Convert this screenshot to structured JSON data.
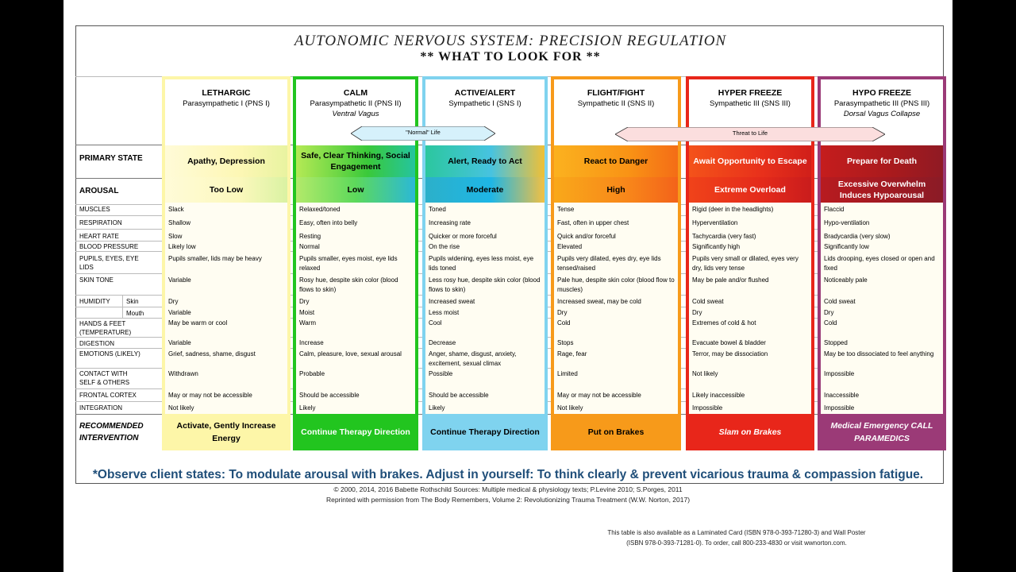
{
  "header": {
    "title": "AUTONOMIC NERVOUS SYSTEM: PRECISION REGULATION",
    "subtitle": "** WHAT TO LOOK FOR **"
  },
  "arrows": {
    "normal_life": "\"Normal\" Life",
    "threat_to_life": "Threat to Life"
  },
  "row_labels": {
    "primary_state": "PRIMARY STATE",
    "arousal": "AROUSAL",
    "muscles": "MUSCLES",
    "respiration": "RESPIRATION",
    "heart_rate": "HEART RATE",
    "blood_pressure": "BLOOD PRESSURE",
    "pupils_eyes_lids": "PUPILS, EYES, EYE LIDS",
    "skin_tone": "SKIN TONE",
    "humidity": "HUMIDITY",
    "humidity_skin": "Skin",
    "humidity_mouth": "Mouth",
    "hands_feet": "HANDS & FEET (TEMPERATURE)",
    "digestion": "DIGESTION",
    "emotions": "EMOTIONS (LIKELY)",
    "contact": "CONTACT WITH SELF & OTHERS",
    "frontal_cortex": "FRONTAL CORTEX",
    "integration": "INTEGRATION",
    "recommended": "RECOMMENDED INTERVENTION"
  },
  "columns": [
    {
      "name": "LETHARGIC",
      "system": "Parasympathetic I (PNS I)",
      "nerve": "",
      "border_color": "#fdf6a8",
      "primary_state": "Apathy, Depression",
      "arousal": "Too Low",
      "muscles": "Slack",
      "respiration": "Shallow",
      "heart_rate": "Slow",
      "blood_pressure": "Likely low",
      "pupils": "Pupils smaller, lids may be heavy",
      "skin_tone": "Variable",
      "humidity_skin": "Dry",
      "humidity_mouth": "Variable",
      "hands_feet": "May be warm or cool",
      "digestion": "Variable",
      "emotions": "Grief, sadness, shame, disgust",
      "contact": "Withdrawn",
      "frontal_cortex": "May or may not be accessible",
      "integration": "Not likely",
      "recommended": "Activate, Gently Increase Energy"
    },
    {
      "name": "CALM",
      "system": "Parasympathetic II (PNS II)",
      "nerve": "Ventral Vagus",
      "border_color": "#22c51f",
      "primary_state": "Safe, Clear Thinking, Social Engagement",
      "arousal": "Low",
      "muscles": "Relaxed/toned",
      "respiration": "Easy, often into belly",
      "heart_rate": "Resting",
      "blood_pressure": "Normal",
      "pupils": "Pupils smaller, eyes moist, eye lids relaxed",
      "skin_tone": "Rosy hue, despite skin color (blood flows to skin)",
      "humidity_skin": "Dry",
      "humidity_mouth": "Moist",
      "hands_feet": "Warm",
      "digestion": "Increase",
      "emotions": "Calm, pleasure, love, sexual arousal",
      "contact": "Probable",
      "frontal_cortex": "Should be accessible",
      "integration": "Likely",
      "recommended": "Continue Therapy Direction"
    },
    {
      "name": "ACTIVE/ALERT",
      "system": "Sympathetic I (SNS I)",
      "nerve": "",
      "border_color": "#7fd3ef",
      "primary_state": "Alert, Ready to Act",
      "arousal": "Moderate",
      "muscles": "Toned",
      "respiration": "Increasing rate",
      "heart_rate": "Quicker or more forceful",
      "blood_pressure": "On the rise",
      "pupils": "Pupils widening, eyes less moist, eye lids toned",
      "skin_tone": "Less rosy hue, despite skin color (blood flows to skin)",
      "humidity_skin": "Increased sweat",
      "humidity_mouth": "Less moist",
      "hands_feet": "Cool",
      "digestion": "Decrease",
      "emotions": "Anger, shame, disgust, anxiety, excitement, sexual climax",
      "contact": "Possible",
      "frontal_cortex": "Should be accessible",
      "integration": "Likely",
      "recommended": "Continue Therapy Direction"
    },
    {
      "name": "FLIGHT/FIGHT",
      "system": "Sympathetic II (SNS II)",
      "nerve": "",
      "border_color": "#f79a1a",
      "primary_state": "React to Danger",
      "arousal": "High",
      "muscles": "Tense",
      "respiration": "Fast, often in upper chest",
      "heart_rate": "Quick and/or forceful",
      "blood_pressure": "Elevated",
      "pupils": "Pupils very dilated, eyes dry, eye lids tensed/raised",
      "skin_tone": "Pale hue, despite skin color (blood flow to muscles)",
      "humidity_skin": "Increased sweat, may be cold",
      "humidity_mouth": "Dry",
      "hands_feet": "Cold",
      "digestion": "Stops",
      "emotions": "Rage, fear",
      "contact": "Limited",
      "frontal_cortex": "May or may not be accessible",
      "integration": "Not likely",
      "recommended": "Put on Brakes"
    },
    {
      "name": "HYPER FREEZE",
      "system": "Sympathetic III (SNS III)",
      "nerve": "",
      "border_color": "#e8261a",
      "primary_state": "Await Opportunity to Escape",
      "arousal": "Extreme Overload",
      "muscles": "Rigid (deer in the headlights)",
      "respiration": "Hyperventilation",
      "heart_rate": "Tachycardia (very fast)",
      "blood_pressure": "Significantly high",
      "pupils": "Pupils very small or dilated, eyes very dry, lids very tense",
      "skin_tone": "May be pale and/or flushed",
      "humidity_skin": "Cold sweat",
      "humidity_mouth": "Dry",
      "hands_feet": "Extremes of cold & hot",
      "digestion": "Evacuate bowel & bladder",
      "emotions": "Terror, may be dissociation",
      "contact": "Not likely",
      "frontal_cortex": "Likely inaccessible",
      "integration": "Impossible",
      "recommended": "Slam on Brakes"
    },
    {
      "name": "HYPO FREEZE",
      "system": "Parasympathetic III (PNS III)",
      "nerve": "Dorsal Vagus Collapse",
      "border_color": "#9b3a77",
      "primary_state": "Prepare for Death",
      "arousal": "Excessive Overwhelm Induces Hypoarousal",
      "muscles": "Flaccid",
      "respiration": "Hypo-ventilation",
      "heart_rate": "Bradycardia (very slow)",
      "blood_pressure": "Significantly low",
      "pupils": "Lids drooping, eyes closed or open and fixed",
      "skin_tone": "Noticeably pale",
      "humidity_skin": "Cold sweat",
      "humidity_mouth": "Dry",
      "hands_feet": "Cold",
      "digestion": "Stopped",
      "emotions": "May be too dissociated to feel anything",
      "contact": "Impossible",
      "frontal_cortex": "Inaccessible",
      "integration": "Impossible",
      "recommended": "Medical Emergency CALL PARAMEDICS"
    }
  ],
  "footer": {
    "headline": "*Observe client states: To modulate arousal with brakes. Adjust in yourself: To think clearly & prevent vicarious trauma & compassion fatigue.",
    "copyright": "© 2000, 2014, 2016 Babette Rothschild  Sources: Multiple medical & physiology texts; P.Levine 2010; S.Porges, 2011",
    "reprint": "Reprinted with permission from The Body Remembers, Volume 2: Revolutionizing Trauma Treatment (W.W. Norton, 2017)",
    "availability_1": "This table is also available as a Laminated Card (ISBN 978-0-393-71280-3) and Wall Poster",
    "availability_2": "(ISBN 978-0-393-71281-0). To order, call 800-233-4830 or visit wwnorton.com."
  }
}
